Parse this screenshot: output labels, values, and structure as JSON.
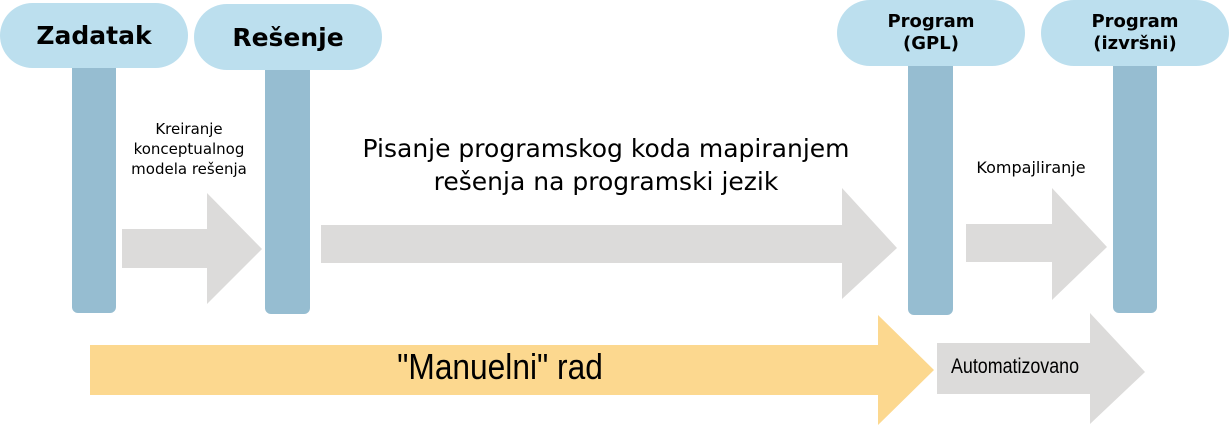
{
  "stages": [
    {
      "id": "zadatak",
      "lines": [
        "Zadatak"
      ]
    },
    {
      "id": "resenje",
      "lines": [
        "Rešenje"
      ]
    },
    {
      "id": "program-gpl",
      "lines": [
        "Program",
        "(GPL)"
      ]
    },
    {
      "id": "program-izvrsni",
      "lines": [
        "Program",
        "(izvršni)"
      ]
    }
  ],
  "transitions": [
    {
      "lines": [
        "Kreiranje",
        "konceptualnog",
        "modela rešenja"
      ]
    },
    {
      "lines": [
        "Pisanje programskog koda mapiranjem",
        "rešenja na programski jezik"
      ]
    },
    {
      "lines": [
        "Kompajliranje"
      ]
    }
  ],
  "phases": {
    "manual": "\"Manuelni\" rad",
    "automated": "Automatizovano"
  },
  "colors": {
    "pill": "#bcdfee",
    "bar": "#96bdd1",
    "arrow_gray": "#dcdbda",
    "arrow_manual": "#fcd88f"
  }
}
